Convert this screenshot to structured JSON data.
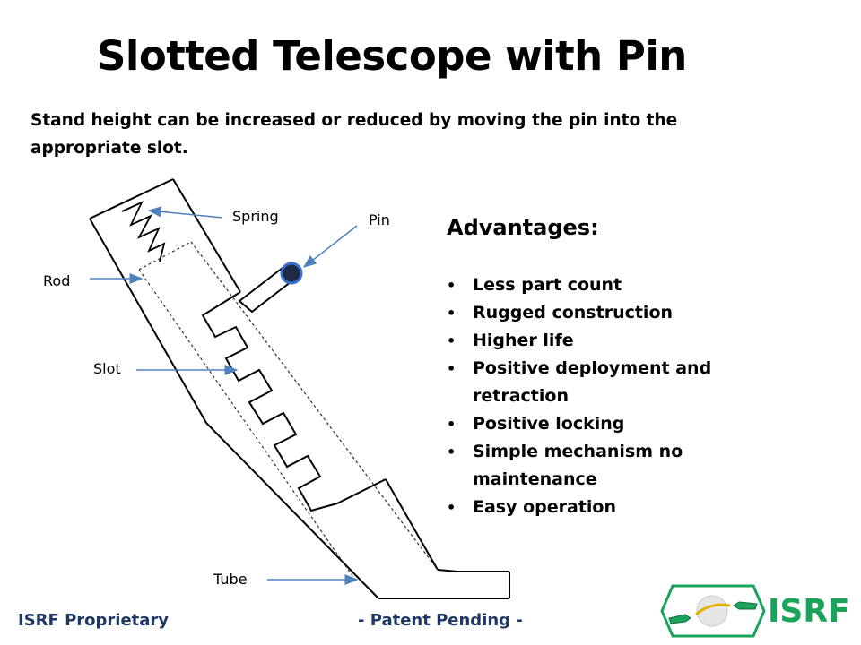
{
  "title": "Slotted Telescope with Pin",
  "subtitle": "Stand height can be increased or reduced by moving the pin into the appropriate slot.",
  "labels": {
    "spring": "Spring",
    "pin": "Pin",
    "rod": "Rod",
    "slot": "Slot",
    "tube": "Tube"
  },
  "advantages": {
    "heading": "Advantages:",
    "items": [
      "Less part count",
      "Rugged construction",
      "Higher life",
      "Positive deployment and retraction",
      "Positive locking",
      "Simple mechanism no maintenance",
      "Easy operation"
    ]
  },
  "footer": {
    "left": "ISRF Proprietary",
    "center": "- Patent Pending -"
  },
  "logo": {
    "text": "ISRF",
    "color": "#1aa35a"
  },
  "colors": {
    "arrow": "#4f81bd",
    "pin_fill": "#1f2a44",
    "pin_ring": "#3a6fd1",
    "footer": "#1f3864"
  }
}
